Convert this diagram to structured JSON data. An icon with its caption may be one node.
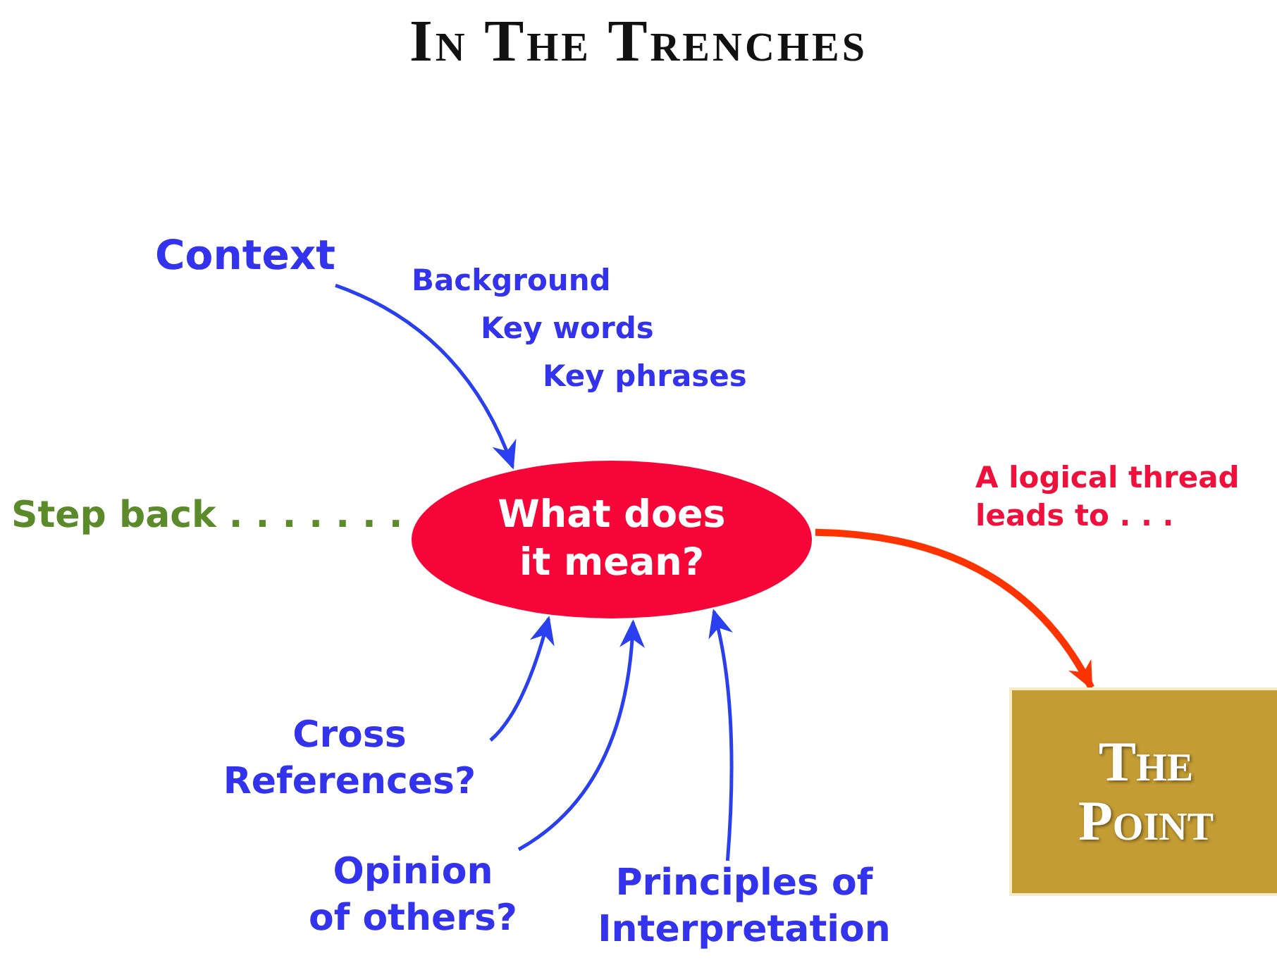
{
  "diagram": {
    "title": "In The Trenches",
    "nodes": [
      {
        "text": [
          "What does it mean?"
        ]
      },
      {
        "text": [
          "Context"
        ]
      },
      {
        "text": [
          "Step back . . . . . . ."
        ]
      },
      {
        "text": [
          "Cross References?"
        ]
      },
      {
        "text": [
          "Opinion of others?"
        ]
      },
      {
        "text": [
          "Principles of Interpretation"
        ]
      },
      {
        "text": [
          "The Point"
        ]
      }
    ],
    "edges": [
      {
        "from": 1,
        "to": 0,
        "arrow": "to"
      },
      {
        "from": 3,
        "to": 0,
        "arrow": "to"
      },
      {
        "from": 4,
        "to": 0,
        "arrow": "to"
      },
      {
        "from": 5,
        "to": 0,
        "arrow": "to"
      },
      {
        "from": 0,
        "to": 6,
        "arrow": "to",
        "label": "A logical thread leads to . . .",
        "style": "thick",
        "color": "#ff3300"
      }
    ],
    "labels": [
      "Background",
      "Key words",
      "Key phrases"
    ]
  }
}
